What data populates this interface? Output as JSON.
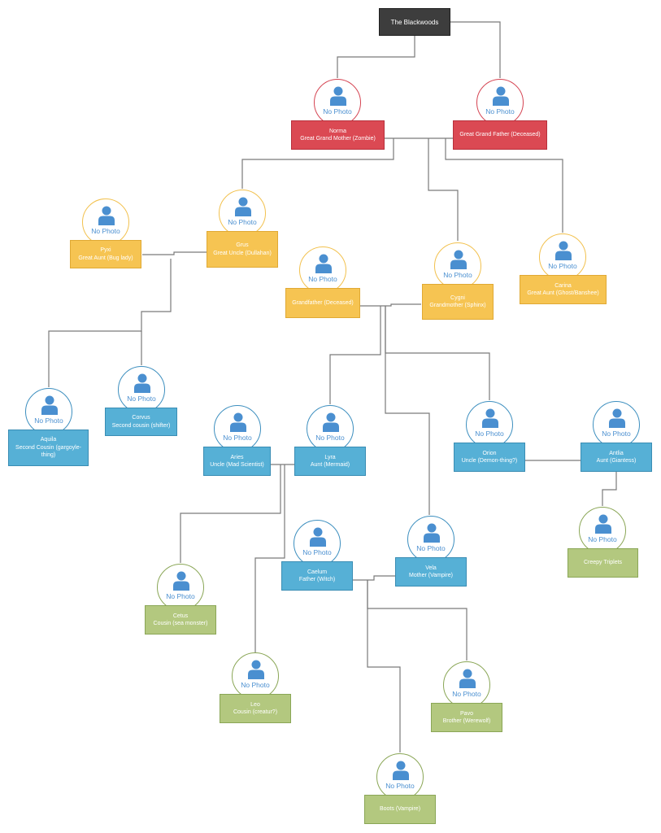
{
  "title": "The Blackwoods",
  "no_photo_label": "No Photo",
  "people": {
    "norma": {
      "name": "Norma",
      "role": "Great Grand Mother (Zombie)"
    },
    "ggf": {
      "name": "",
      "role": "Great Grand Father (Deceased)"
    },
    "pyxi": {
      "name": "Pyxi",
      "role": "Great Aunt (Bug lady)"
    },
    "grus": {
      "name": "Grus",
      "role": "Great Uncle (Dullahan)"
    },
    "grandfather": {
      "name": "",
      "role": "Grandfather (Deceased)"
    },
    "cygni": {
      "name": "Cygni",
      "role": "Grandmother (Sphinx)"
    },
    "carina": {
      "name": "Carina",
      "role": "Great Aunt (Ghost/Banshee)"
    },
    "aquila": {
      "name": "Aquila",
      "role": "Second Cousin (gargoyle-thing)"
    },
    "corvus": {
      "name": "Corvus",
      "role": "Second cousin (shifter)"
    },
    "aries": {
      "name": "Aries",
      "role": "Uncle (Mad Scientist)"
    },
    "lyra": {
      "name": "Lyra",
      "role": "Aunt (Mermaid)"
    },
    "orion": {
      "name": "Orion",
      "role": "Uncle (Demon-thing?)"
    },
    "antlia": {
      "name": "Antlia",
      "role": "Aunt (Giantess)"
    },
    "caelum": {
      "name": "Caelum",
      "role": "Father (Witch)"
    },
    "vela": {
      "name": "Vela",
      "role": "Mother (Vampire)"
    },
    "triplets": {
      "name": "",
      "role": "Creepy Triplets"
    },
    "cetus": {
      "name": "Cetus",
      "role": "Cousin (sea monster)"
    },
    "leo": {
      "name": "Leo",
      "role": "Cousin (creatur?)"
    },
    "pavo": {
      "name": "Pavo",
      "role": "Brother (Werewolf)"
    },
    "boots": {
      "name": "",
      "role": "Boots (Vampire)"
    }
  },
  "colors": {
    "generation_1": "#db4953",
    "generation_2": "#f6c452",
    "generation_3": "#56b0d6",
    "generation_4": "#b3c87f",
    "root": "#3d3d3d",
    "connector": "#7a7a7a",
    "no_photo_text": "#4a8fd0"
  },
  "icon": "person-silhouette-icon"
}
